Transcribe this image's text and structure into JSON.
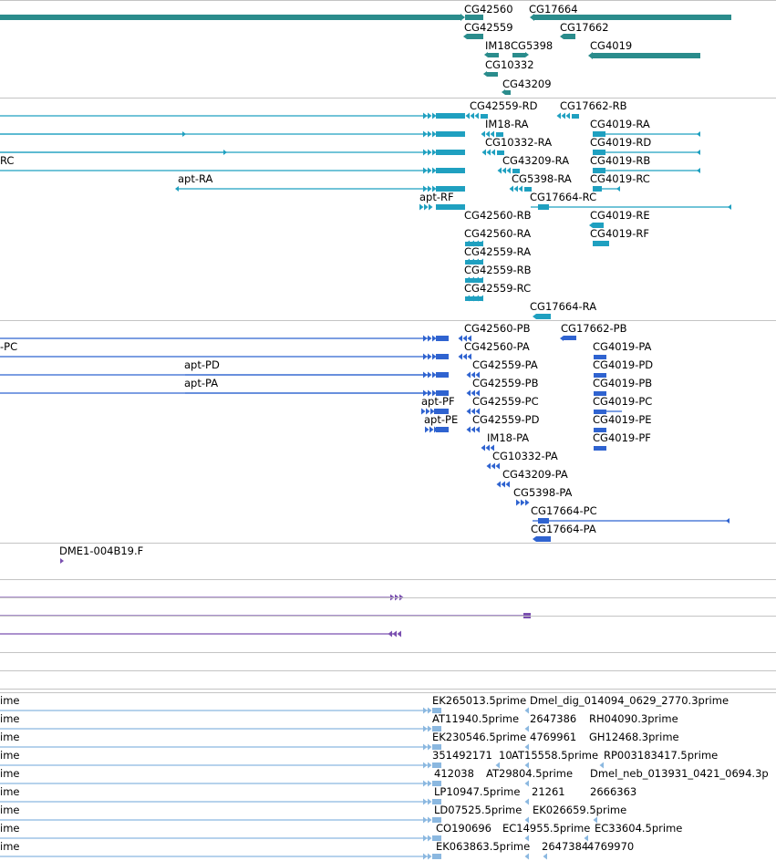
{
  "colors": {
    "gene": "#2a8c8c",
    "transcript": "#1fa0c0",
    "protein": "#2f63d0",
    "clone": "#7a4fb0",
    "est": "#8bb8e0"
  },
  "tracks": {
    "genes": [
      "CG42560",
      "CG17664",
      "CG42559",
      "CG17662",
      "IM18",
      "CG5398",
      "CG4019",
      "CG10332",
      "CG43209"
    ],
    "transcripts": [
      "CG42559-RD",
      "CG17662-RB",
      "IM18-RA",
      "CG4019-RA",
      "CG10332-RA",
      "CG4019-RD",
      "RC",
      "CG43209-RA",
      "CG4019-RB",
      "apt-RA",
      "CG5398-RA",
      "CG4019-RC",
      "apt-RF",
      "CG17664-RC",
      "CG42560-RB",
      "CG4019-RE",
      "CG42560-RA",
      "CG4019-RF",
      "CG42559-RA",
      "CG42559-RB",
      "CG42559-RC",
      "CG17664-RA"
    ],
    "proteins": [
      "CG42560-PB",
      "CG17662-PB",
      "-PC",
      "CG42560-PA",
      "CG4019-PA",
      "apt-PD",
      "CG42559-PA",
      "CG4019-PD",
      "CG42559-PB",
      "CG4019-PB",
      "apt-PA",
      "CG42559-PC",
      "CG4019-PC",
      "apt-PF",
      "apt-PE",
      "CG42559-PD",
      "CG4019-PE",
      "IM18-PA",
      "CG4019-PF",
      "CG10332-PA",
      "CG43209-PA",
      "CG5398-PA",
      "CG17664-PC",
      "CG17664-PA"
    ],
    "clones": [
      "DME1-004B19.F"
    ],
    "ests": [
      "ime",
      "EK265013.5prime",
      "Dmel_dig_014094_0629_2770.3prime",
      "AT11940.5prime",
      "2647386",
      "RH04090.3prime",
      "EK230546.5prime",
      "4769961",
      "GH12468.3prime",
      "351492171",
      "10",
      "AT15558.5prime",
      "RP003183417.5prime",
      "412038",
      "AT29804.5prime",
      "Dmel_neb_013931_0421_0694.3p",
      "LP10947.5prime",
      "21261",
      "2666363",
      "LD07525.5prime",
      "EK026659.5prime",
      "CO190696",
      "EC14955.5prime",
      "EC33604.5prime",
      "EK063863.5prime",
      "2647384",
      "4769970"
    ]
  }
}
